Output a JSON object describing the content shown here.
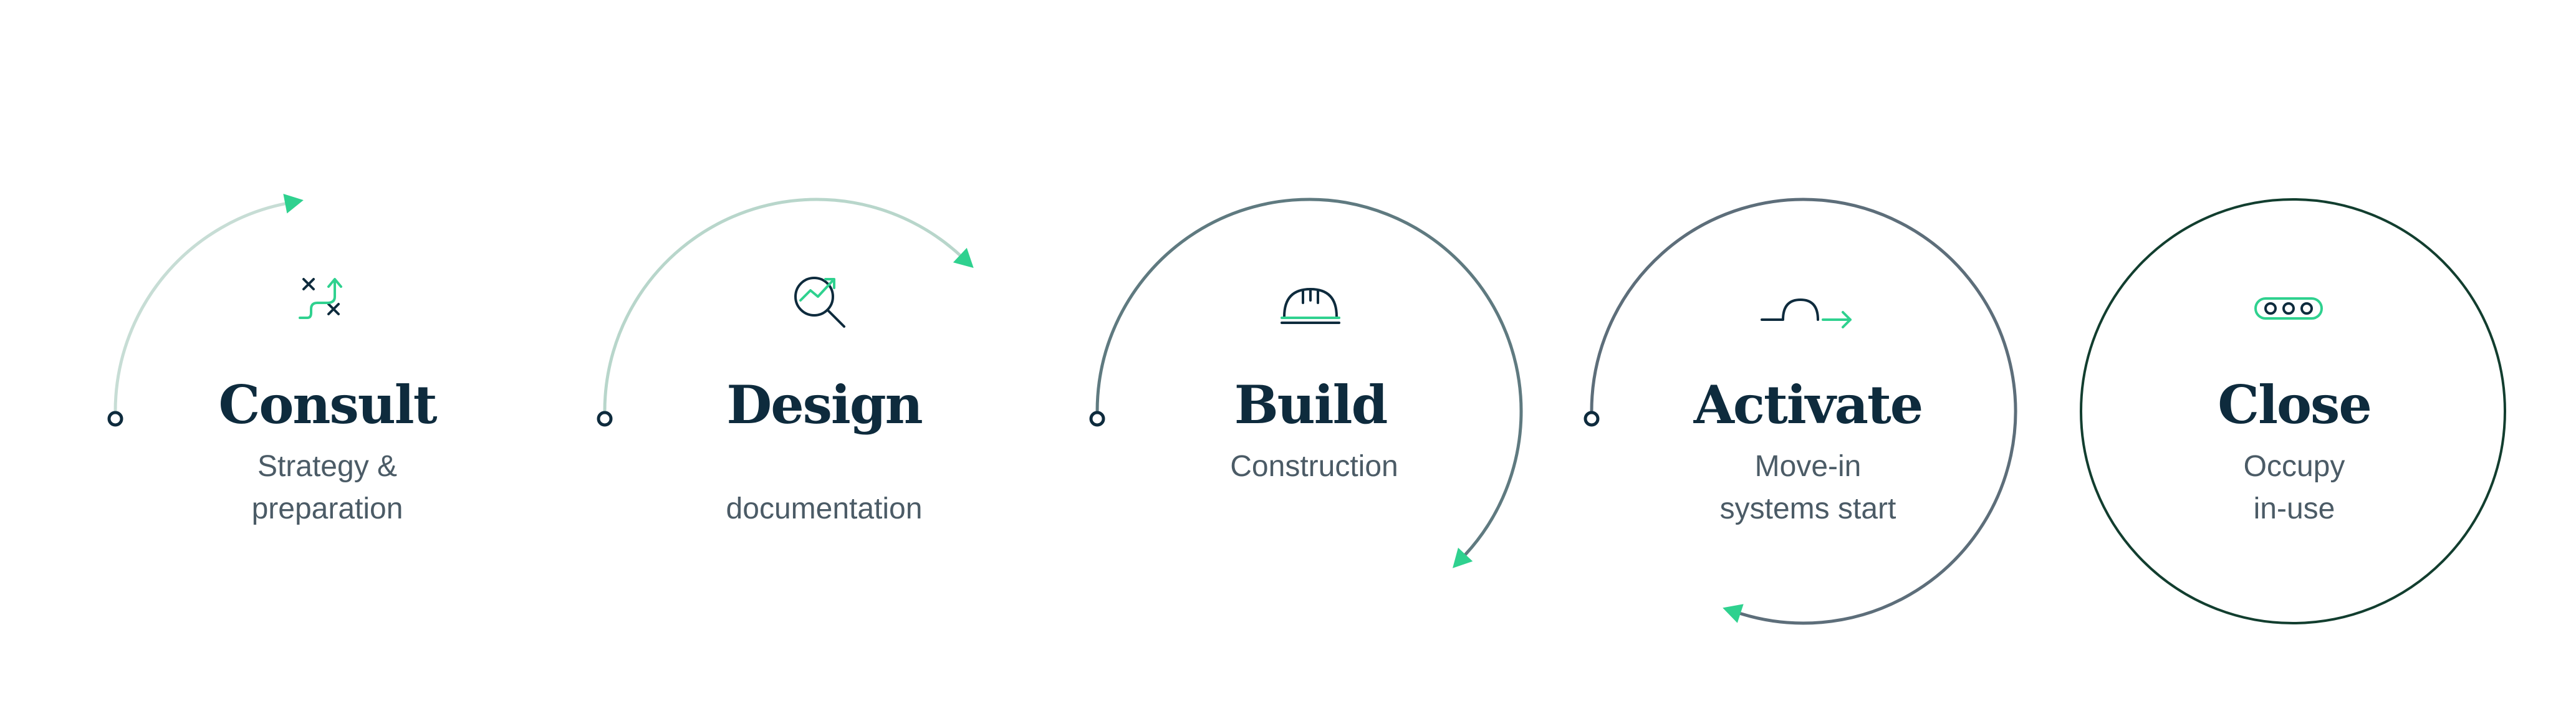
{
  "steps": [
    {
      "title": "Consult",
      "icon": "strategy-path-icon",
      "sub": [
        "Strategy &",
        "preparation"
      ],
      "arc_color": "#c7ddd5",
      "progress": 0.22
    },
    {
      "title": "Design",
      "icon": "magnifier-chart-icon",
      "sub": [
        "",
        "documentation"
      ],
      "arc_color": "#b8d6cb",
      "progress": 0.37
    },
    {
      "title": "Build",
      "icon": "hard-hat-icon",
      "sub": [
        "Construction"
      ],
      "arc_color": "#5f7a80",
      "progress": 0.62
    },
    {
      "title": "Activate",
      "icon": "switch-arrow-icon",
      "sub": [
        "Move-in",
        "systems start"
      ],
      "arc_color": "#5d6e7a",
      "progress": 0.8
    },
    {
      "title": "Close",
      "icon": "occupancy-dots-icon",
      "sub": [
        "Occupy",
        "in-use"
      ],
      "arc_color": "#123e2f",
      "progress": 1.0
    }
  ],
  "colors": {
    "accent": "#2fd18f",
    "dark": "#0e2b3d",
    "text": "#4b5b66"
  }
}
